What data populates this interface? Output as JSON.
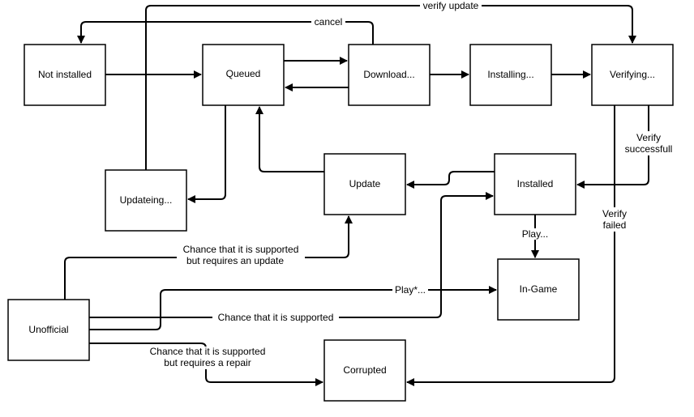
{
  "nodes": {
    "not_installed": "Not installed",
    "queued": "Queued",
    "downloading": "Download...",
    "installing": "Installing...",
    "verifying": "Verifying...",
    "updating": "Updateing...",
    "update": "Update",
    "installed": "Installed",
    "in_game": "In-Game",
    "unofficial": "Unofficial",
    "corrupted": "Corrupted"
  },
  "edge_labels": {
    "verify_update": "verify update",
    "cancel": "cancel",
    "verify_successful_1": "Verify",
    "verify_successful_2": "successfull",
    "verify_failed_1": "Verify",
    "verify_failed_2": "failed",
    "play": "Play...",
    "play_star": "Play*...",
    "update_chance_1": "Chance that it is supported",
    "update_chance_2": "but requires an update",
    "supported_chance": "Chance that it is supported",
    "repair_chance_1": "Chance that it is supported",
    "repair_chance_2": "but requires a repair"
  }
}
